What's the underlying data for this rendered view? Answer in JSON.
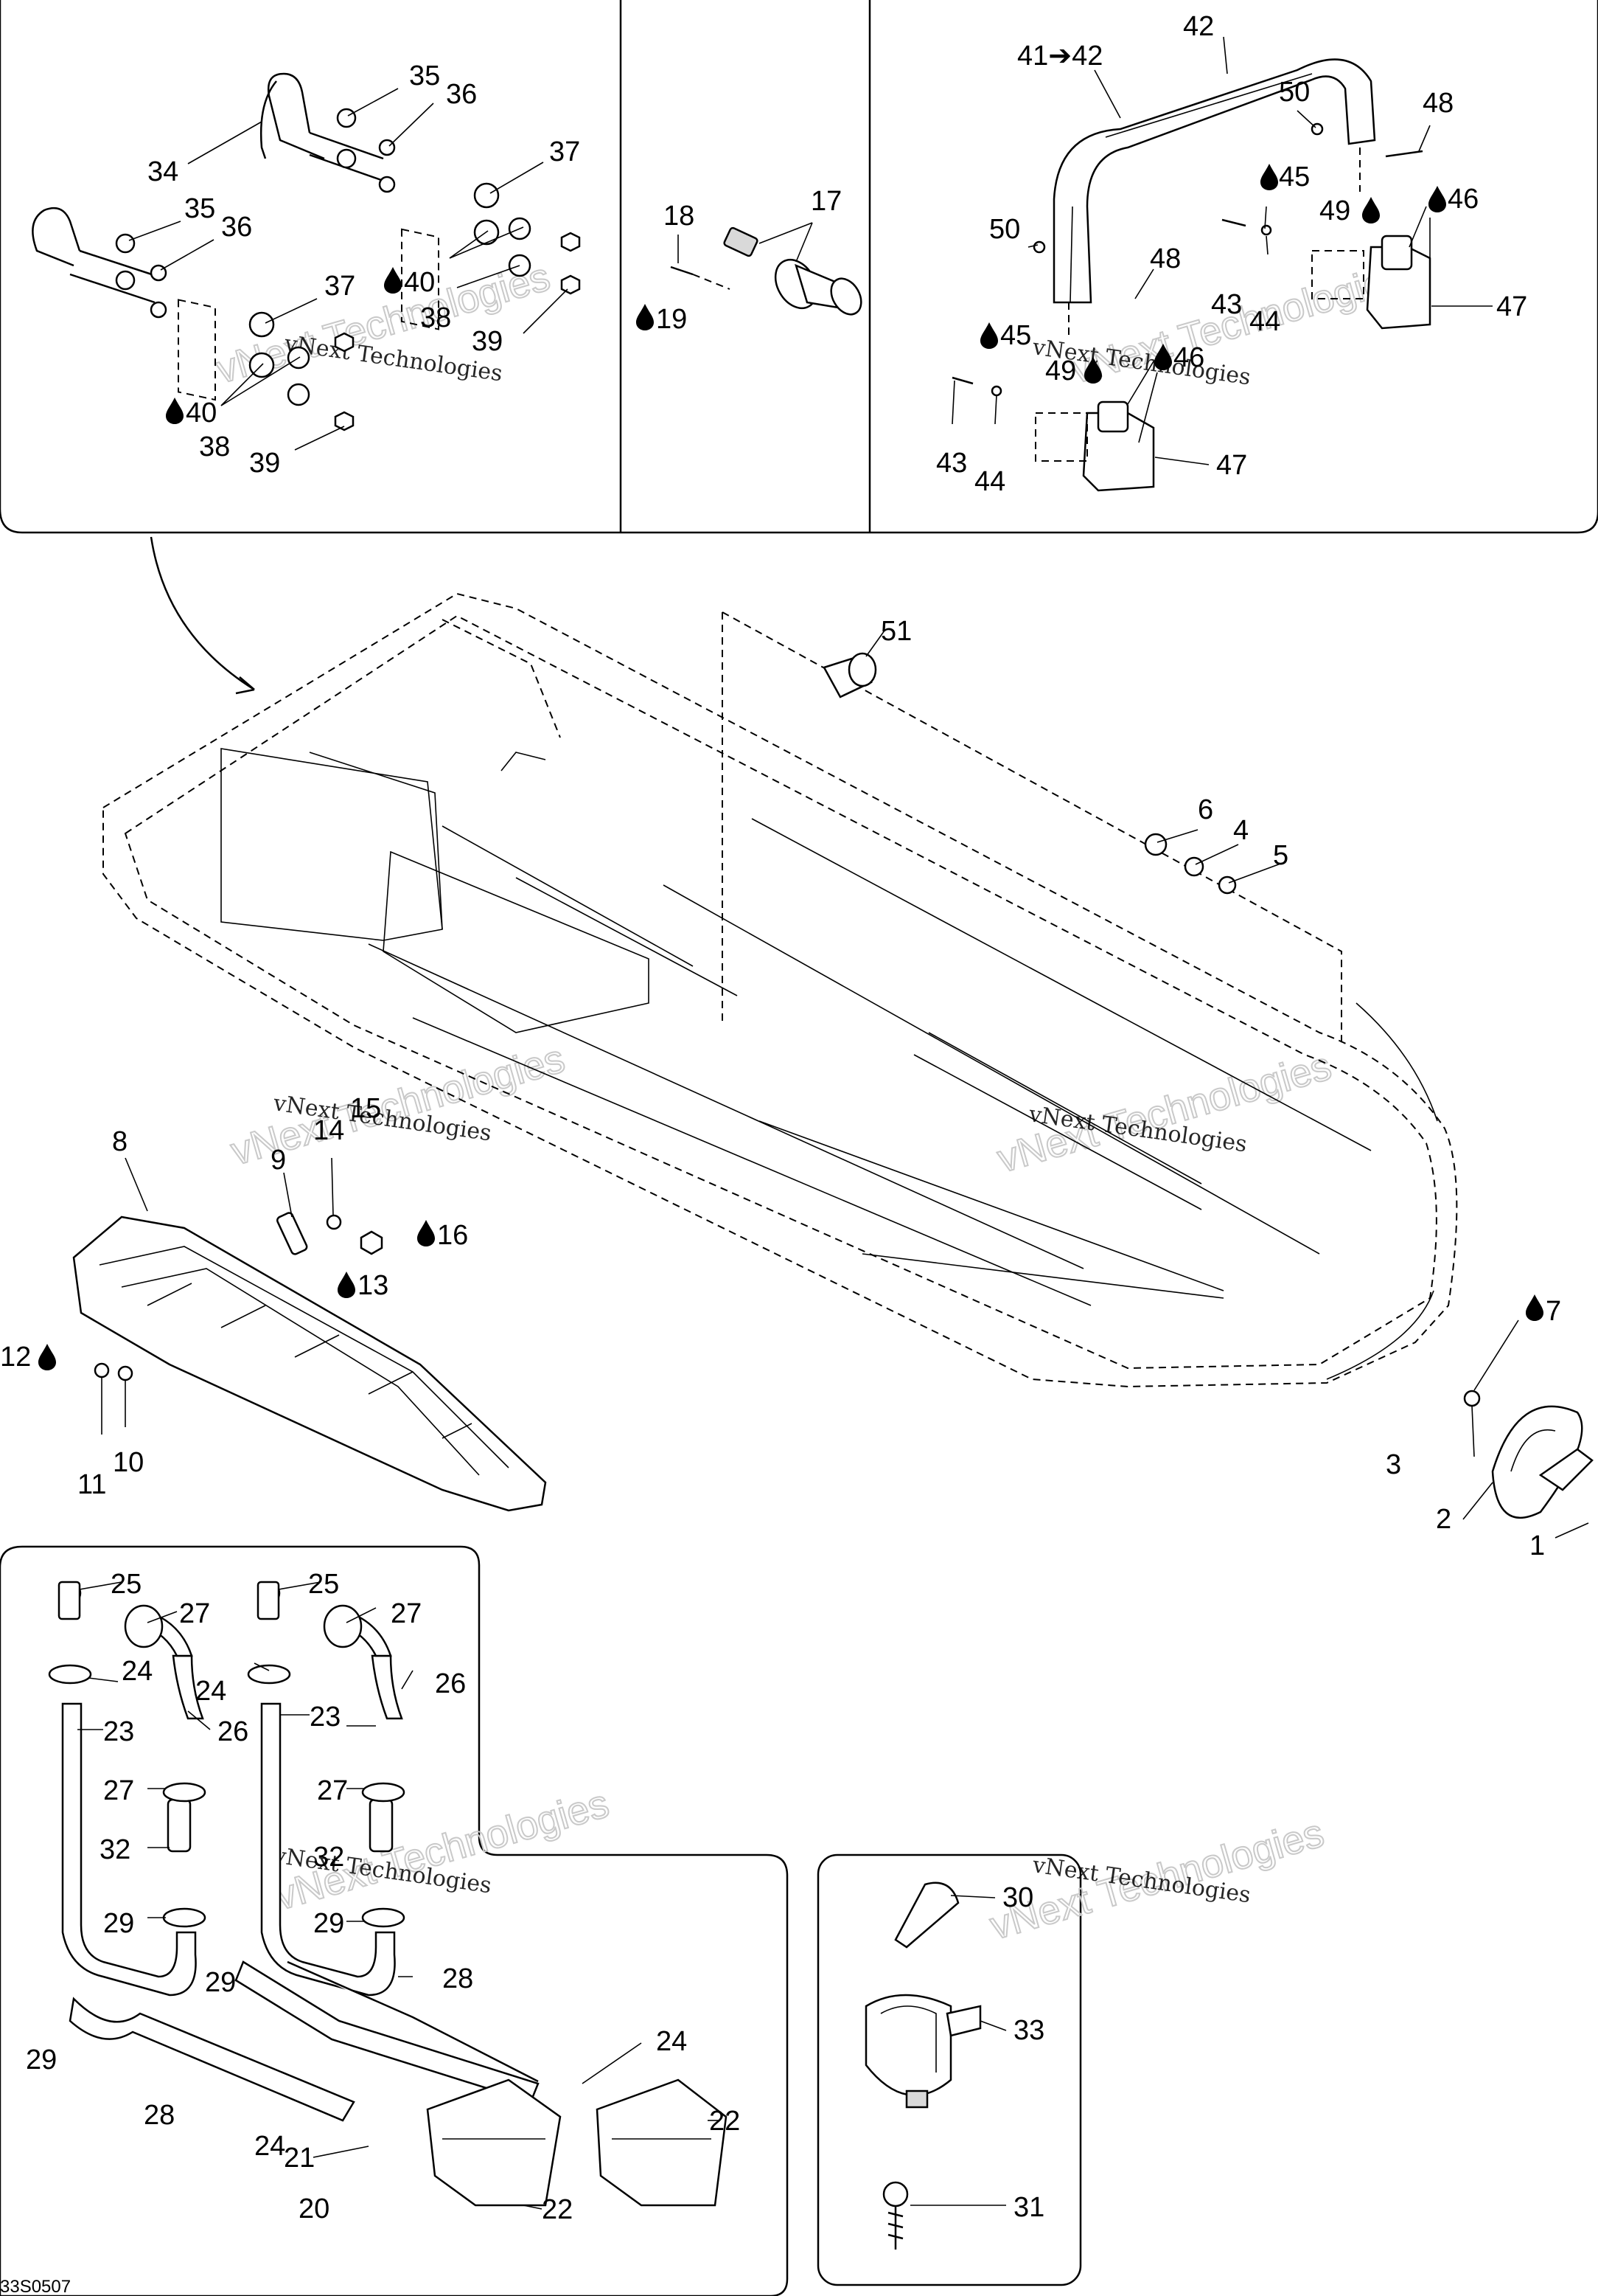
{
  "diagram": {
    "drawing_code": "33S0507",
    "watermark_small": "vNext Technologies",
    "watermark_large": "vNext Technologies",
    "drop_icon": "oil-drop-icon"
  },
  "labels": {
    "l1": "1",
    "l2": "2",
    "l3": "3",
    "l4": "4",
    "l5": "5",
    "l6": "6",
    "l7": "7",
    "l8": "8",
    "l9": "9",
    "l10": "10",
    "l11": "11",
    "l12": "12",
    "l13": "13",
    "l14": "14",
    "l15": "15",
    "l16": "16",
    "l17": "17",
    "l18": "18",
    "l19": "19",
    "l20": "20",
    "l21": "21",
    "l22": "22",
    "l23": "23",
    "l24": "24",
    "l25": "25",
    "l26": "26",
    "l27": "27",
    "l28": "28",
    "l29": "29",
    "l30": "30",
    "l31": "31",
    "l32": "32",
    "l33": "33",
    "l34": "34",
    "l35": "35",
    "l36": "36",
    "l37": "37",
    "l38": "38",
    "l39": "39",
    "l40": "40",
    "l41_42": "41➔42",
    "l42": "42",
    "l43": "43",
    "l44": "44",
    "l45": "45",
    "l46": "46",
    "l47": "47",
    "l48": "48",
    "l49": "49",
    "l50": "50",
    "l51": "51"
  }
}
